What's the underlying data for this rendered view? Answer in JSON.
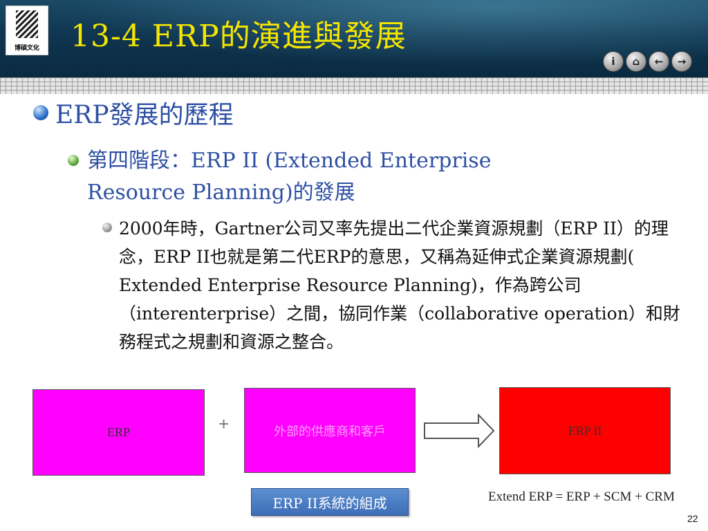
{
  "header": {
    "logo_text": "博碩文化",
    "title": "13-4 ERP的演進與發展",
    "nav_buttons": [
      {
        "name": "info",
        "glyph": "i"
      },
      {
        "name": "home",
        "glyph": "⌂"
      },
      {
        "name": "back",
        "glyph": "←"
      },
      {
        "name": "forward",
        "glyph": "→"
      }
    ]
  },
  "content": {
    "level1": "ERP發展的歷程",
    "level2_line1": "第四階段：ERP II (Extended Enterprise",
    "level2_line2": "Resource Planning)的發展",
    "level3": "2000年時，Gartner公司又率先提出二代企業資源規劃（ERP II）的理念，ERP II也就是第二代ERP的意思，又稱為延伸式企業資源規劃( Extended Enterprise Resource Planning)，作為跨公司（interenterprise）之間，協同作業（collaborative operation）和財務程式之規劃和資源之整合。"
  },
  "diagram": {
    "box1": "ERP",
    "plus": "+",
    "box2": "外部的供應商和客戶",
    "box3": "ERP II",
    "caption": "ERP II系統的組成",
    "formula": "Extend ERP = ERP + SCM + CRM",
    "colors": {
      "box1": "#ff00ff",
      "box2": "#ff00ff",
      "box3": "#ff0000",
      "title": "#f5e600",
      "text_blue": "#2d4fa3"
    }
  },
  "page_number": "22"
}
